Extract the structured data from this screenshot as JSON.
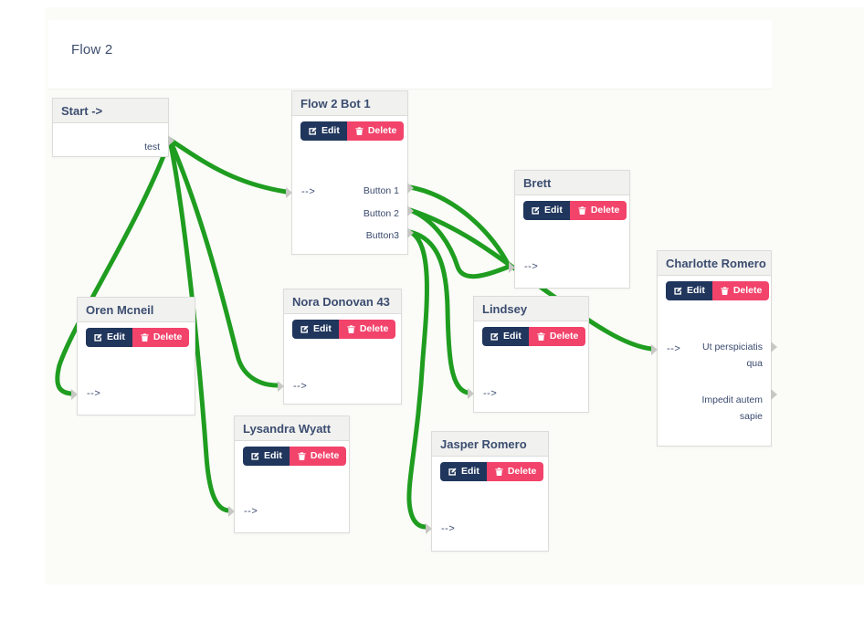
{
  "title": "Flow 2",
  "arrow": "-->",
  "actions": {
    "edit": "Edit",
    "delete": "Delete"
  },
  "colors": {
    "connection_green": "#1f9d20",
    "edit_button_navy": "#20365c",
    "delete_button_pink": "#f2436b",
    "node_header_grey": "#f1f1ef",
    "text_navy": "#3b4d70",
    "canvas_bg": "#fbfbf8",
    "port_grey": "#c7c7c4"
  },
  "nodes": {
    "start": {
      "title": "Start ->",
      "output": "test"
    },
    "bot": {
      "title": "Flow 2 Bot 1",
      "outputs": [
        "Button 1",
        "Button 2",
        "Button3"
      ]
    },
    "brett": {
      "title": "Brett"
    },
    "charlotte": {
      "title": "Charlotte Romero",
      "outputs": [
        "Ut perspiciatis qua",
        "Impedit autem sapie"
      ]
    },
    "oren": {
      "title": "Oren Mcneil"
    },
    "nora": {
      "title": "Nora Donovan 43"
    },
    "lindsey": {
      "title": "Lindsey"
    },
    "lysandra": {
      "title": "Lysandra Wyatt"
    },
    "jasper": {
      "title": "Jasper Romero"
    }
  },
  "connections": [
    {
      "from": "start.test",
      "to": "bot.input"
    },
    {
      "from": "start.test",
      "to": "oren.input"
    },
    {
      "from": "start.test",
      "to": "nora.input"
    },
    {
      "from": "start.test",
      "to": "lysandra.input"
    },
    {
      "from": "bot.Button 1",
      "to": "brett.input"
    },
    {
      "from": "bot.Button 2",
      "to": "brett.input"
    },
    {
      "from": "bot.Button 2",
      "to": "charlotte.input"
    },
    {
      "from": "bot.Button3",
      "to": "lindsey.input"
    },
    {
      "from": "bot.Button3",
      "to": "jasper.input"
    }
  ]
}
